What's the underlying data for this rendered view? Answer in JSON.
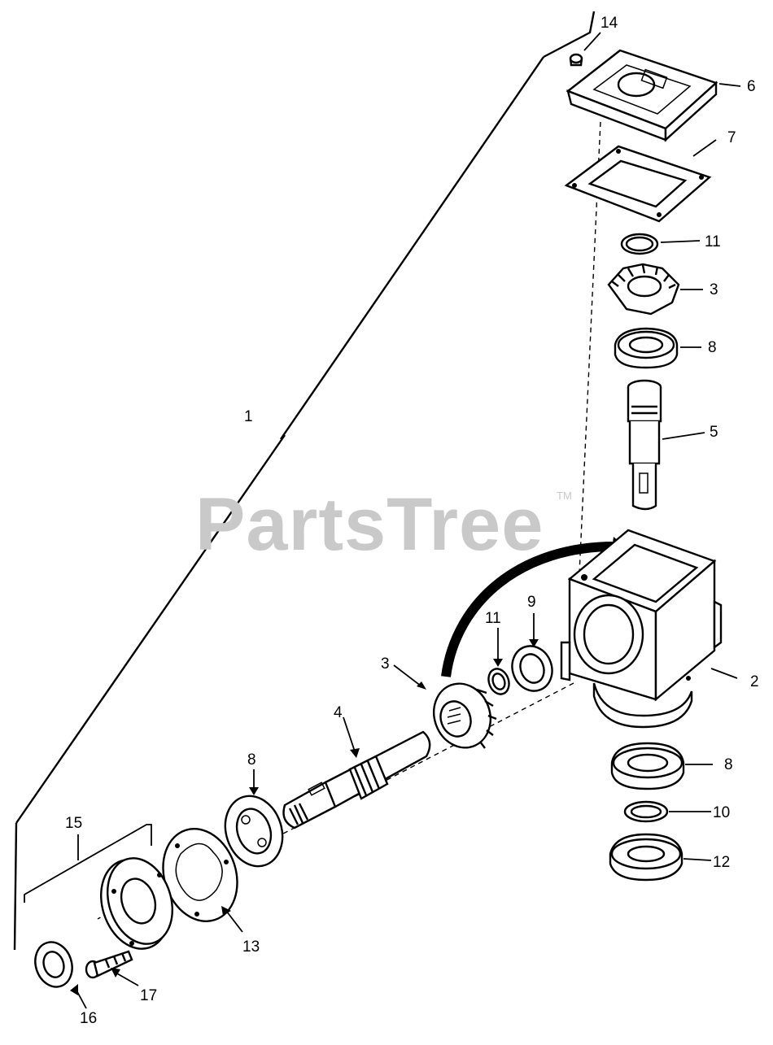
{
  "watermark": {
    "brand": "PartsTree",
    "trademark": "TM"
  },
  "callouts": [
    {
      "part": "1",
      "label": "1"
    },
    {
      "part": "2",
      "label": "2"
    },
    {
      "part": "3a",
      "label": "3"
    },
    {
      "part": "3b",
      "label": "3"
    },
    {
      "part": "4",
      "label": "4"
    },
    {
      "part": "5",
      "label": "5"
    },
    {
      "part": "6",
      "label": "6"
    },
    {
      "part": "7",
      "label": "7"
    },
    {
      "part": "8a",
      "label": "8"
    },
    {
      "part": "8b",
      "label": "8"
    },
    {
      "part": "8c",
      "label": "8"
    },
    {
      "part": "9",
      "label": "9"
    },
    {
      "part": "10",
      "label": "10"
    },
    {
      "part": "11a",
      "label": "11"
    },
    {
      "part": "11b",
      "label": "11"
    },
    {
      "part": "12",
      "label": "12"
    },
    {
      "part": "13",
      "label": "13"
    },
    {
      "part": "14",
      "label": "14"
    },
    {
      "part": "15",
      "label": "15"
    },
    {
      "part": "16",
      "label": "16"
    },
    {
      "part": "17",
      "label": "17"
    }
  ],
  "colors": {
    "ink": "#000000",
    "paper": "#ffffff",
    "watermark": "#c9c9c9"
  }
}
